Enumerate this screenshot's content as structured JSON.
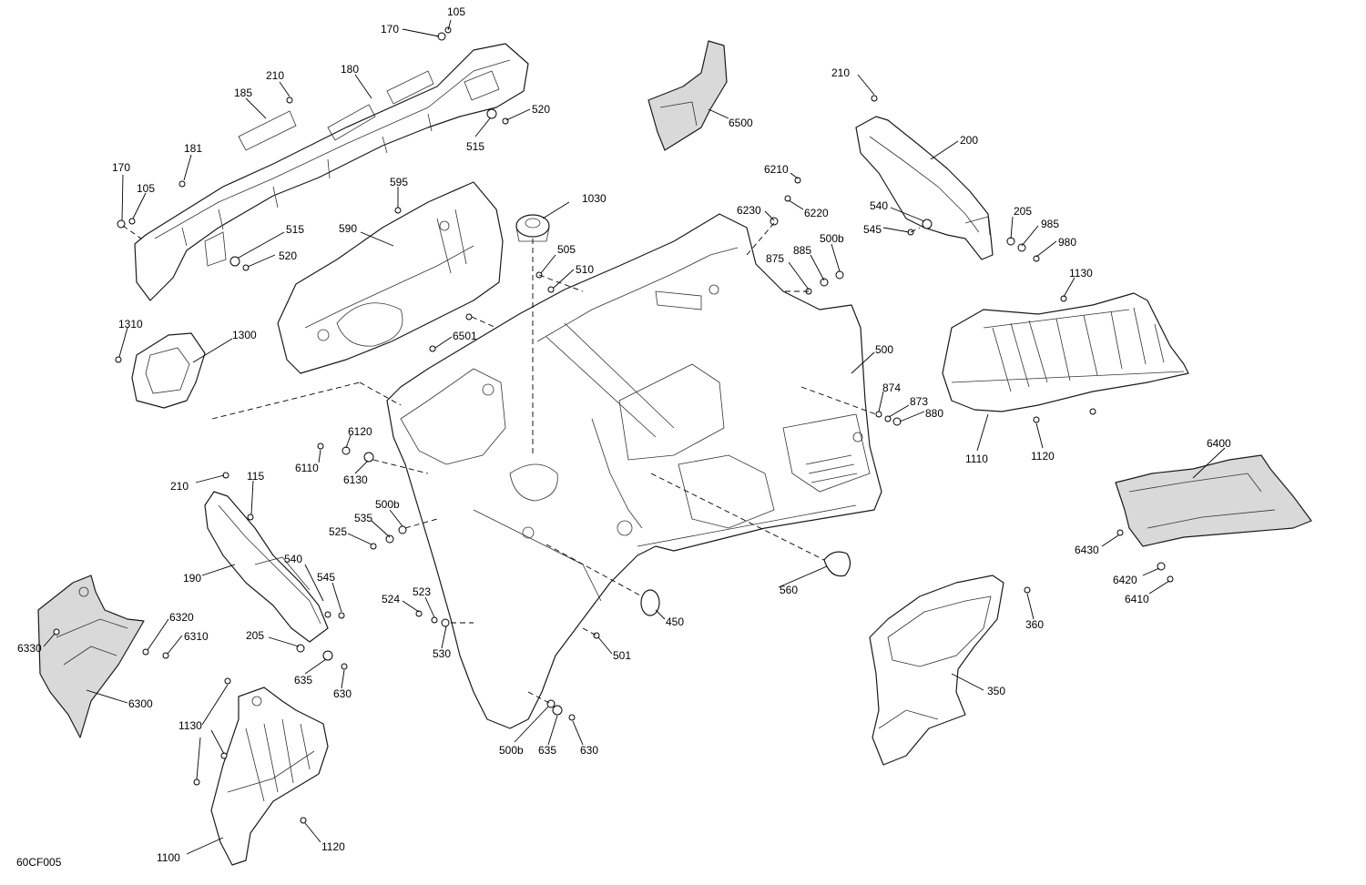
{
  "diagram_code": "60CF005",
  "callouts": [
    {
      "id": "c105a",
      "text": "105"
    },
    {
      "id": "c170a",
      "text": "170"
    },
    {
      "id": "c210a",
      "text": "210"
    },
    {
      "id": "c180",
      "text": "180"
    },
    {
      "id": "c185",
      "text": "185"
    },
    {
      "id": "c520a",
      "text": "520"
    },
    {
      "id": "c515a",
      "text": "515"
    },
    {
      "id": "c181",
      "text": "181"
    },
    {
      "id": "c170b",
      "text": "170"
    },
    {
      "id": "c105b",
      "text": "105"
    },
    {
      "id": "c515b",
      "text": "515"
    },
    {
      "id": "c520b",
      "text": "520"
    },
    {
      "id": "c595",
      "text": "595"
    },
    {
      "id": "c590",
      "text": "590"
    },
    {
      "id": "c1030",
      "text": "1030"
    },
    {
      "id": "c505",
      "text": "505"
    },
    {
      "id": "c510",
      "text": "510"
    },
    {
      "id": "c6501",
      "text": "6501"
    },
    {
      "id": "c6500",
      "text": "6500"
    },
    {
      "id": "c6210",
      "text": "6210"
    },
    {
      "id": "c6230",
      "text": "6230"
    },
    {
      "id": "c6220",
      "text": "6220"
    },
    {
      "id": "c875",
      "text": "875"
    },
    {
      "id": "c885",
      "text": "885"
    },
    {
      "id": "c500b1",
      "text": "500b"
    },
    {
      "id": "c210b",
      "text": "210"
    },
    {
      "id": "c200",
      "text": "200"
    },
    {
      "id": "c540a",
      "text": "540"
    },
    {
      "id": "c545a",
      "text": "545"
    },
    {
      "id": "c205a",
      "text": "205"
    },
    {
      "id": "c985",
      "text": "985"
    },
    {
      "id": "c980",
      "text": "980"
    },
    {
      "id": "c1130a",
      "text": "1130"
    },
    {
      "id": "c500",
      "text": "500"
    },
    {
      "id": "c874",
      "text": "874"
    },
    {
      "id": "c873",
      "text": "873"
    },
    {
      "id": "c880",
      "text": "880"
    },
    {
      "id": "c1110",
      "text": "1110"
    },
    {
      "id": "c1120a",
      "text": "1120"
    },
    {
      "id": "c1310",
      "text": "1310"
    },
    {
      "id": "c1300",
      "text": "1300"
    },
    {
      "id": "c6120",
      "text": "6120"
    },
    {
      "id": "c6110",
      "text": "6110"
    },
    {
      "id": "c6130",
      "text": "6130"
    },
    {
      "id": "c210c",
      "text": "210"
    },
    {
      "id": "c115",
      "text": "115"
    },
    {
      "id": "c500b2",
      "text": "500b"
    },
    {
      "id": "c535",
      "text": "535"
    },
    {
      "id": "c525",
      "text": "525"
    },
    {
      "id": "c540b",
      "text": "540"
    },
    {
      "id": "c545b",
      "text": "545"
    },
    {
      "id": "c190",
      "text": "190"
    },
    {
      "id": "c524",
      "text": "524"
    },
    {
      "id": "c523",
      "text": "523"
    },
    {
      "id": "c530",
      "text": "530"
    },
    {
      "id": "c205b",
      "text": "205"
    },
    {
      "id": "c635a",
      "text": "635"
    },
    {
      "id": "c630a",
      "text": "630"
    },
    {
      "id": "c6320",
      "text": "6320"
    },
    {
      "id": "c6310",
      "text": "6310"
    },
    {
      "id": "c6330",
      "text": "6330"
    },
    {
      "id": "c6300",
      "text": "6300"
    },
    {
      "id": "c450",
      "text": "450"
    },
    {
      "id": "c501",
      "text": "501"
    },
    {
      "id": "c560",
      "text": "560"
    },
    {
      "id": "c500b3",
      "text": "500b"
    },
    {
      "id": "c635b",
      "text": "635"
    },
    {
      "id": "c630b",
      "text": "630"
    },
    {
      "id": "c1130b",
      "text": "1130"
    },
    {
      "id": "c1100",
      "text": "1100"
    },
    {
      "id": "c1120b",
      "text": "1120"
    },
    {
      "id": "c360",
      "text": "360"
    },
    {
      "id": "c350",
      "text": "350"
    },
    {
      "id": "c6400",
      "text": "6400"
    },
    {
      "id": "c6430",
      "text": "6430"
    },
    {
      "id": "c6420",
      "text": "6420"
    },
    {
      "id": "c6410",
      "text": "6410"
    }
  ]
}
